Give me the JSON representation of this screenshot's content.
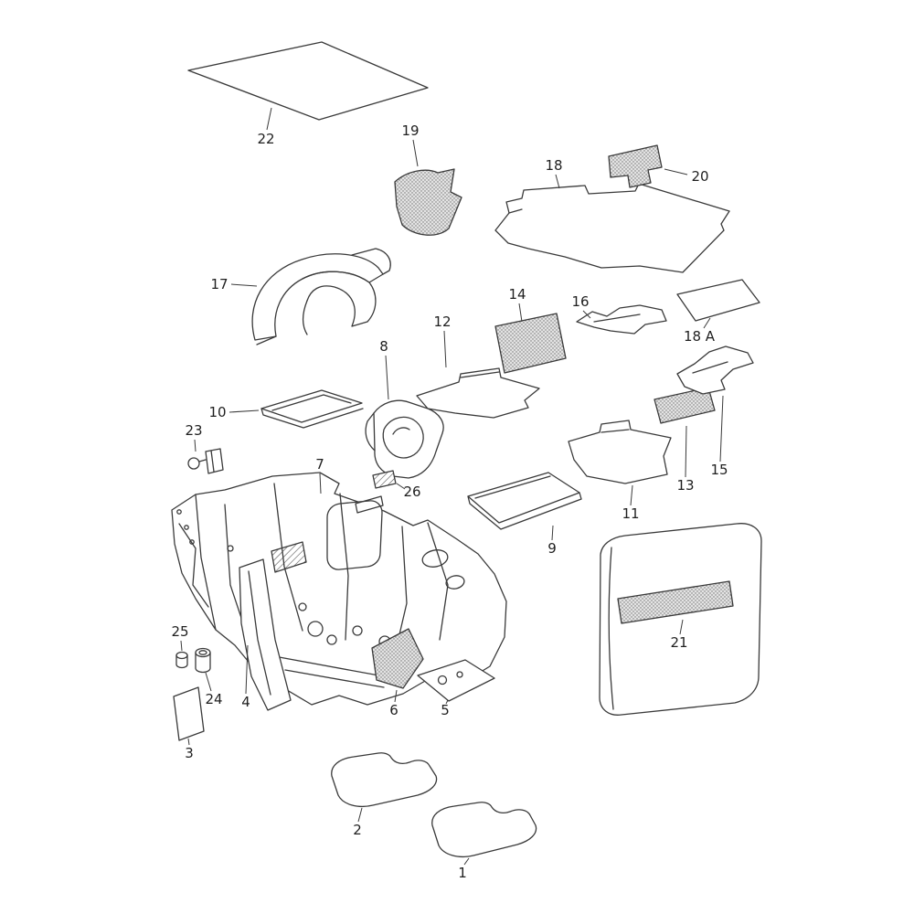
{
  "diagram": {
    "kind": "exploded-parts-diagram",
    "background": "#ffffff",
    "line_color": "#3a3a3a",
    "label_color": "#1f1f1f",
    "stipple_dot_color": "#6f6f6f",
    "stipple_base_color": "#e3e3e3"
  },
  "labels": {
    "1": "1",
    "2": "2",
    "3": "3",
    "4": "4",
    "5": "5",
    "6": "6",
    "7": "7",
    "8": "8",
    "9": "9",
    "10": "10",
    "11": "11",
    "12": "12",
    "13": "13",
    "14": "14",
    "15": "15",
    "16": "16",
    "17": "17",
    "18": "18",
    "18a": "18 A",
    "19": "19",
    "20": "20",
    "21": "21",
    "22": "22",
    "23": "23",
    "24": "24",
    "25": "25",
    "26": "26"
  }
}
